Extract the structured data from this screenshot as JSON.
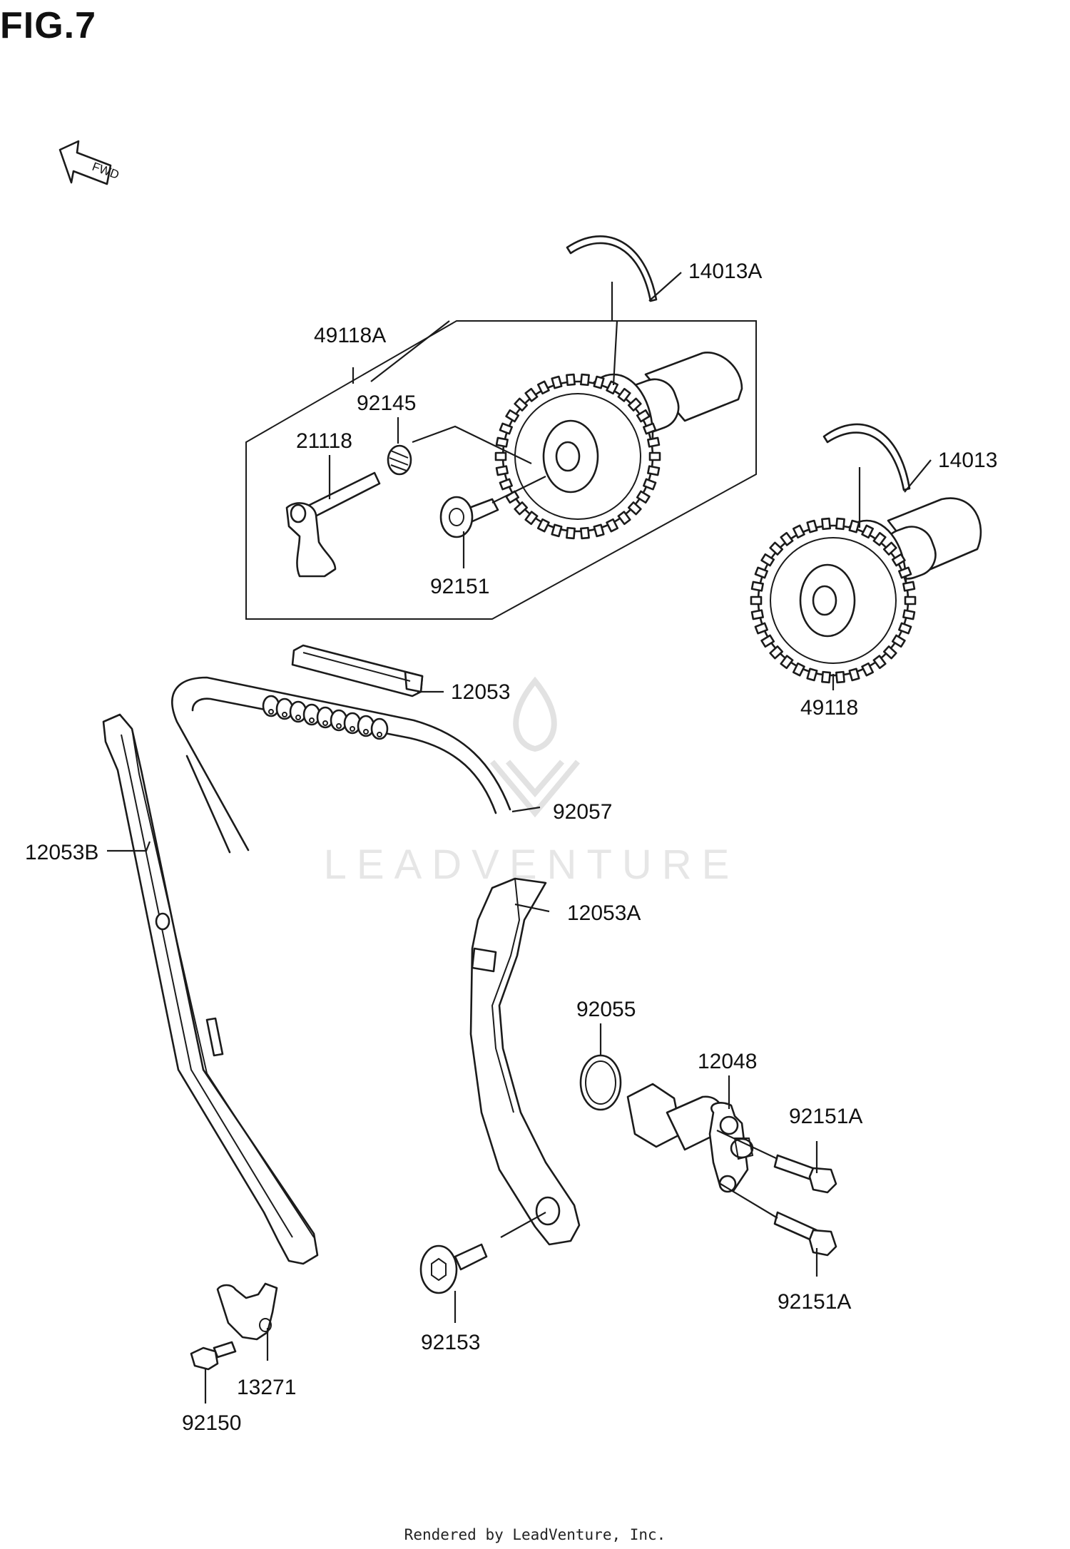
{
  "title": "FIG.7",
  "footer": "Rendered by LeadVenture, Inc.",
  "watermark": "LEADVENTURE",
  "fwd_label": "FWD",
  "labels": {
    "p14013A": "14013A",
    "p49118A": "49118A",
    "p92145": "92145",
    "p21118": "21118",
    "p92151": "92151",
    "p14013": "14013",
    "p49118": "49118",
    "p12053": "12053",
    "p92057": "92057",
    "p12053B": "12053B",
    "p12053A": "12053A",
    "p92055": "92055",
    "p12048": "12048",
    "p92151A_top": "92151A",
    "p92151A_bot": "92151A",
    "p92153": "92153",
    "p13271": "13271",
    "p92150": "92150"
  },
  "colors": {
    "line": "#1b1b1b",
    "watermark": "#e2e2e2"
  }
}
